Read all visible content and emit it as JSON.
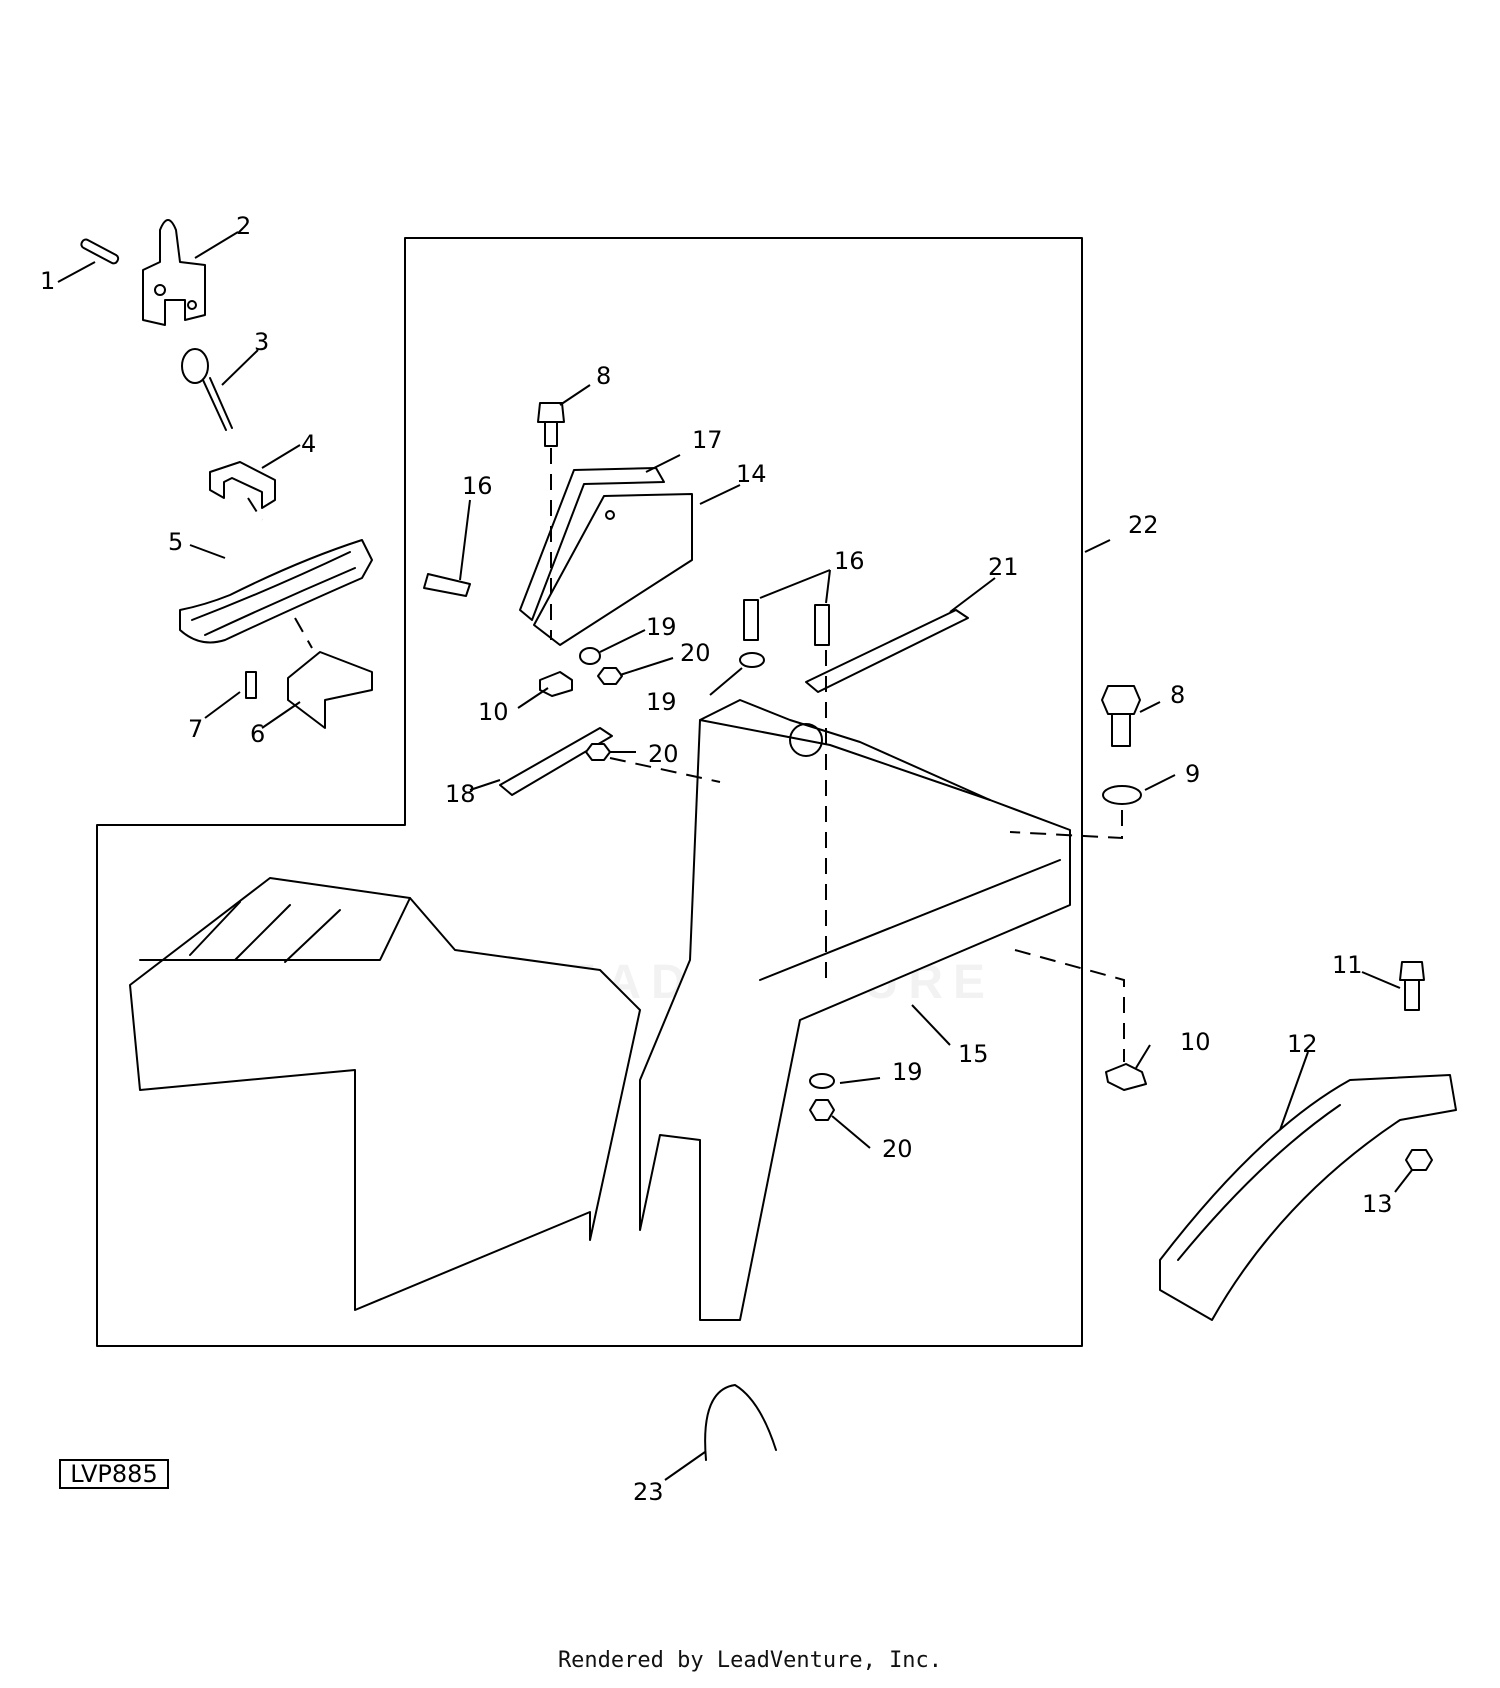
{
  "diagram_ref": "LVP885",
  "footer": "Rendered by LeadVenture, Inc.",
  "watermark": "LEADVENTURE",
  "callouts": [
    {
      "id": "c1",
      "text": "1"
    },
    {
      "id": "c2",
      "text": "2"
    },
    {
      "id": "c3",
      "text": "3"
    },
    {
      "id": "c4",
      "text": "4"
    },
    {
      "id": "c5",
      "text": "5"
    },
    {
      "id": "c6",
      "text": "6"
    },
    {
      "id": "c7",
      "text": "7"
    },
    {
      "id": "c8a",
      "text": "8"
    },
    {
      "id": "c8b",
      "text": "8"
    },
    {
      "id": "c9",
      "text": "9"
    },
    {
      "id": "c10a",
      "text": "10"
    },
    {
      "id": "c10b",
      "text": "10"
    },
    {
      "id": "c11",
      "text": "11"
    },
    {
      "id": "c12",
      "text": "12"
    },
    {
      "id": "c13",
      "text": "13"
    },
    {
      "id": "c14",
      "text": "14"
    },
    {
      "id": "c15",
      "text": "15"
    },
    {
      "id": "c16a",
      "text": "16"
    },
    {
      "id": "c16b",
      "text": "16"
    },
    {
      "id": "c17",
      "text": "17"
    },
    {
      "id": "c18",
      "text": "18"
    },
    {
      "id": "c19a",
      "text": "19"
    },
    {
      "id": "c19b",
      "text": "19"
    },
    {
      "id": "c19c",
      "text": "19"
    },
    {
      "id": "c20a",
      "text": "20"
    },
    {
      "id": "c20b",
      "text": "20"
    },
    {
      "id": "c20c",
      "text": "20"
    },
    {
      "id": "c21",
      "text": "21"
    },
    {
      "id": "c22",
      "text": "22"
    },
    {
      "id": "c23",
      "text": "23"
    }
  ]
}
